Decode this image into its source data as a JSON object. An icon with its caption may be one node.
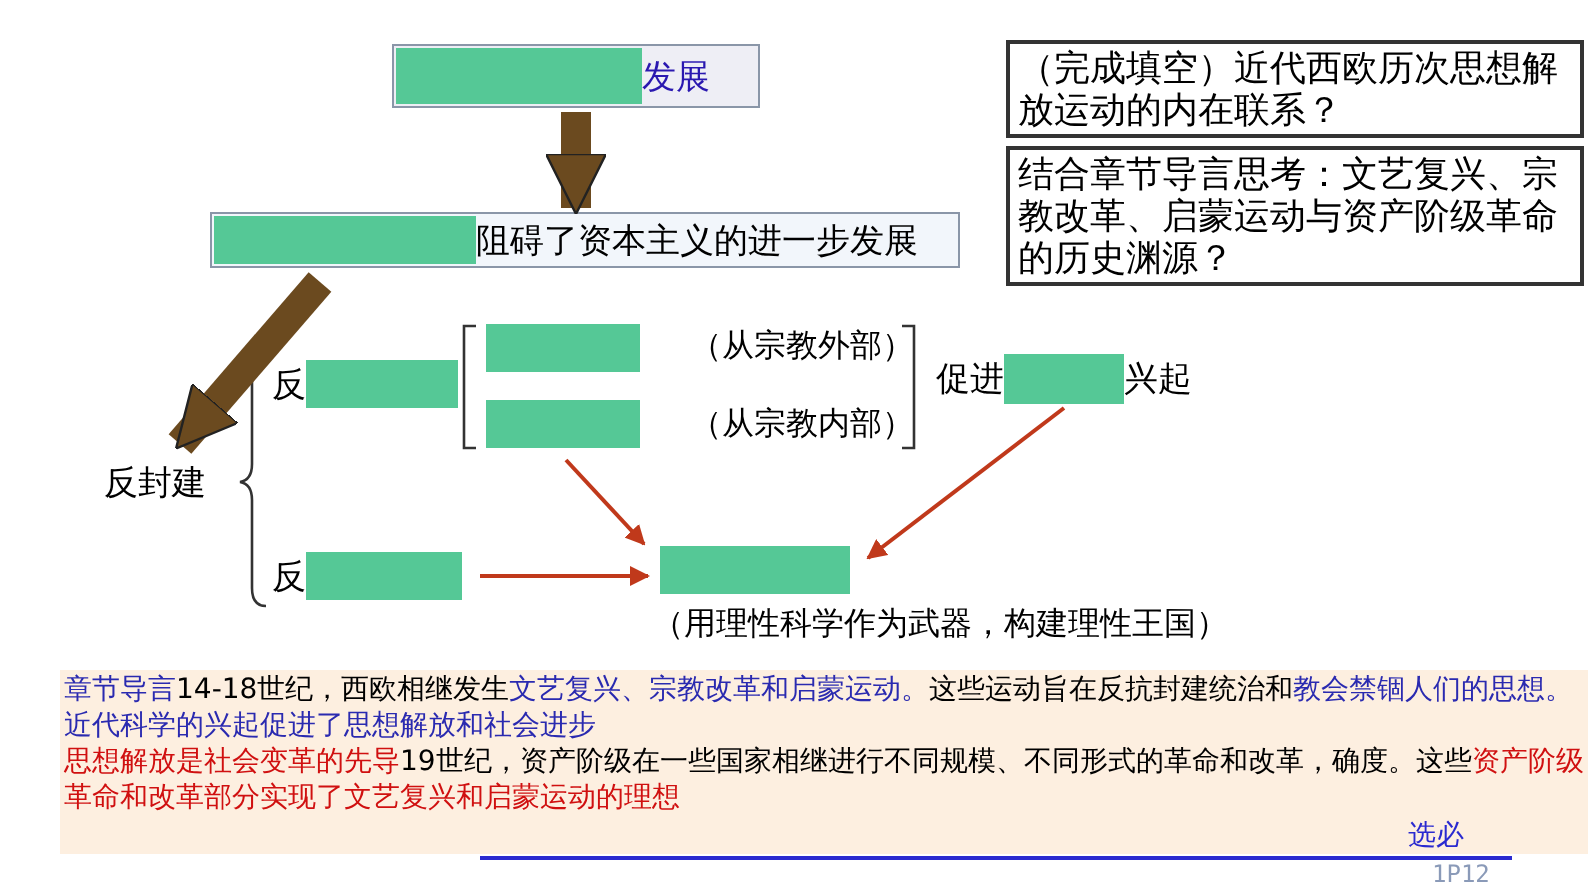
{
  "diagram": {
    "nodes": [
      {
        "text": [
          "发展"
        ]
      },
      {
        "text": [
          "阻碍了资本主义的进一步发展"
        ]
      },
      {
        "text": [
          "反封建"
        ]
      },
      {
        "text": [
          "反"
        ]
      },
      {
        "text": [],
        "shape": "box",
        "beside": [
          "（从宗教外部）"
        ]
      },
      {
        "text": [],
        "shape": "box",
        "beside": [
          "（从宗教内部）"
        ]
      },
      {
        "text": [
          "促进",
          "兴起"
        ]
      },
      {
        "text": [
          "反"
        ]
      },
      {
        "text": [],
        "shape": "box",
        "beside": [
          "（用理性科学作为武器，构建理性王国）"
        ]
      },
      {
        "text": [
          "（完成填空）近代西欧历次思想解放运动的内在联系？"
        ]
      },
      {
        "text": [
          "结合章节导言思考：文艺复兴、宗教改革、启蒙运动与资产阶级革命的历史渊源？"
        ]
      }
    ],
    "edges": [
      {
        "from": 0,
        "to": 1,
        "arrow": "to",
        "style": "thick",
        "color": "#6b4a1f"
      },
      {
        "from": 1,
        "to": 2,
        "arrow": "to",
        "style": "thick",
        "color": "#6b4a1f"
      },
      {
        "from": 5,
        "to": 8,
        "arrow": "to"
      },
      {
        "from": 6,
        "to": 8,
        "arrow": "to"
      },
      {
        "from": 7,
        "to": 8,
        "arrow": "to"
      }
    ],
    "labels": [
      "章节导言",
      "14-18世纪，西欧相继发生",
      "文艺复兴、宗教改革和启蒙运动。",
      "这些运动旨在反抗封建统治和",
      "教会禁锢人们的思想。",
      "近代科学的兴起促进了思想解放和社会进步",
      "思想解放是社会变革的先导",
      "19世纪，资产阶级在一些国家相继进行不同规模、不同形式的革命和改革，确",
      "度。这些",
      "资产阶级革命和改革部分实现了文艺复兴和启蒙运动的理想",
      "选必",
      "1P12"
    ]
  }
}
